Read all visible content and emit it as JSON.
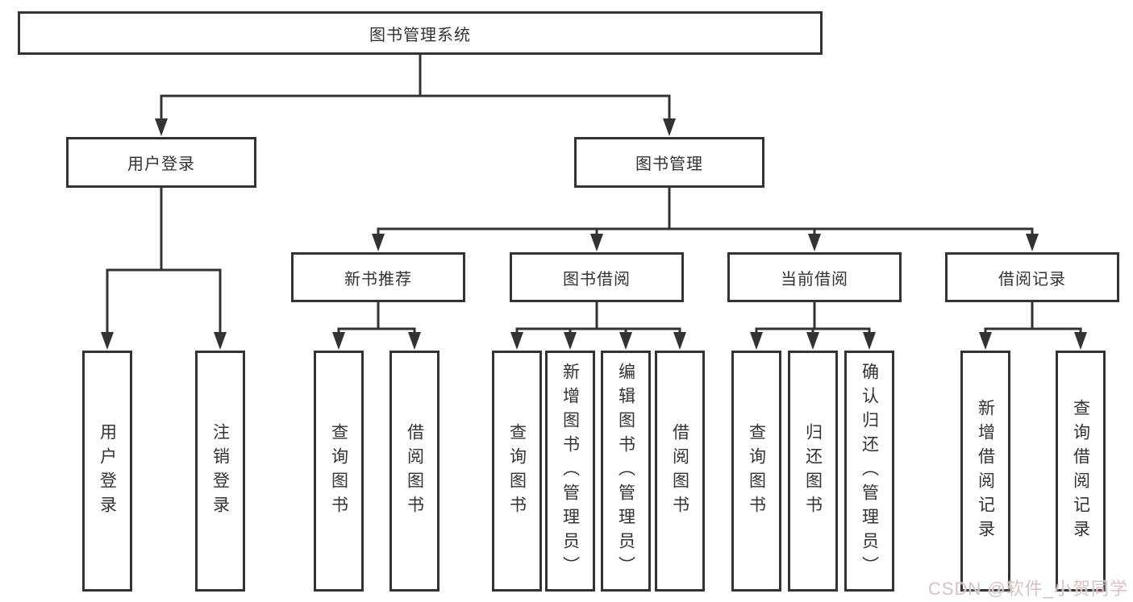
{
  "diagram": {
    "type": "hierarchy-tree",
    "colors": {
      "line": "#333333",
      "box_border": "#333333",
      "text": "#333333",
      "background": "#ffffff",
      "watermark_text": "#dcc1c1"
    },
    "nodes": {
      "root": {
        "label": "图书管理系统"
      },
      "user_login": {
        "label": "用户登录"
      },
      "book_mgmt": {
        "label": "图书管理"
      },
      "new_book_rec": {
        "label": "新书推荐"
      },
      "book_borrow": {
        "label": "图书借阅"
      },
      "current_borrow": {
        "label": "当前借阅"
      },
      "borrow_records": {
        "label": "借阅记录"
      },
      "leaf_user_login": {
        "label": "用户登录"
      },
      "leaf_logout": {
        "label": "注销登录"
      },
      "leaf_nb_query": {
        "label": "查询图书"
      },
      "leaf_nb_borrow": {
        "label": "借阅图书"
      },
      "leaf_bb_query": {
        "label": "查询图书"
      },
      "leaf_bb_add": {
        "label": "新增图书（管理员）"
      },
      "leaf_bb_edit": {
        "label": "编辑图书（管理员）"
      },
      "leaf_bb_borrow": {
        "label": "借阅图书"
      },
      "leaf_cb_query": {
        "label": "查询图书"
      },
      "leaf_cb_return": {
        "label": "归还图书"
      },
      "leaf_cb_confirm": {
        "label": "确认归还（管理员）"
      },
      "leaf_br_add": {
        "label": "新增借阅记录"
      },
      "leaf_br_query": {
        "label": "查询借阅记录"
      }
    },
    "edges": [
      [
        "root",
        "user_login"
      ],
      [
        "root",
        "book_mgmt"
      ],
      [
        "user_login",
        "leaf_user_login"
      ],
      [
        "user_login",
        "leaf_logout"
      ],
      [
        "book_mgmt",
        "new_book_rec"
      ],
      [
        "book_mgmt",
        "book_borrow"
      ],
      [
        "book_mgmt",
        "current_borrow"
      ],
      [
        "book_mgmt",
        "borrow_records"
      ],
      [
        "new_book_rec",
        "leaf_nb_query"
      ],
      [
        "new_book_rec",
        "leaf_nb_borrow"
      ],
      [
        "book_borrow",
        "leaf_bb_query"
      ],
      [
        "book_borrow",
        "leaf_bb_add"
      ],
      [
        "book_borrow",
        "leaf_bb_edit"
      ],
      [
        "book_borrow",
        "leaf_bb_borrow"
      ],
      [
        "current_borrow",
        "leaf_cb_query"
      ],
      [
        "current_borrow",
        "leaf_cb_return"
      ],
      [
        "current_borrow",
        "leaf_cb_confirm"
      ],
      [
        "borrow_records",
        "leaf_br_add"
      ],
      [
        "borrow_records",
        "leaf_br_query"
      ]
    ]
  },
  "watermark": {
    "text": "CSDN @软件_小贺同学"
  }
}
